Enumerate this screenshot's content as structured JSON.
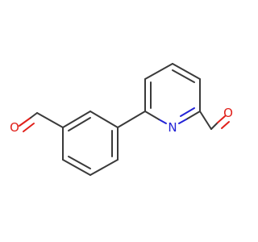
{
  "molecule": {
    "atoms": {
      "o1": {
        "symbol": "O",
        "color": "#e0201a"
      },
      "o2": {
        "symbol": "O",
        "color": "#e0201a"
      },
      "n1": {
        "symbol": "N",
        "color": "#2323d6"
      }
    },
    "colors": {
      "bond": "#3a3a3a",
      "oxygen": "#e0201a",
      "nitrogen": "#2323d6",
      "background": "#ffffff"
    }
  }
}
